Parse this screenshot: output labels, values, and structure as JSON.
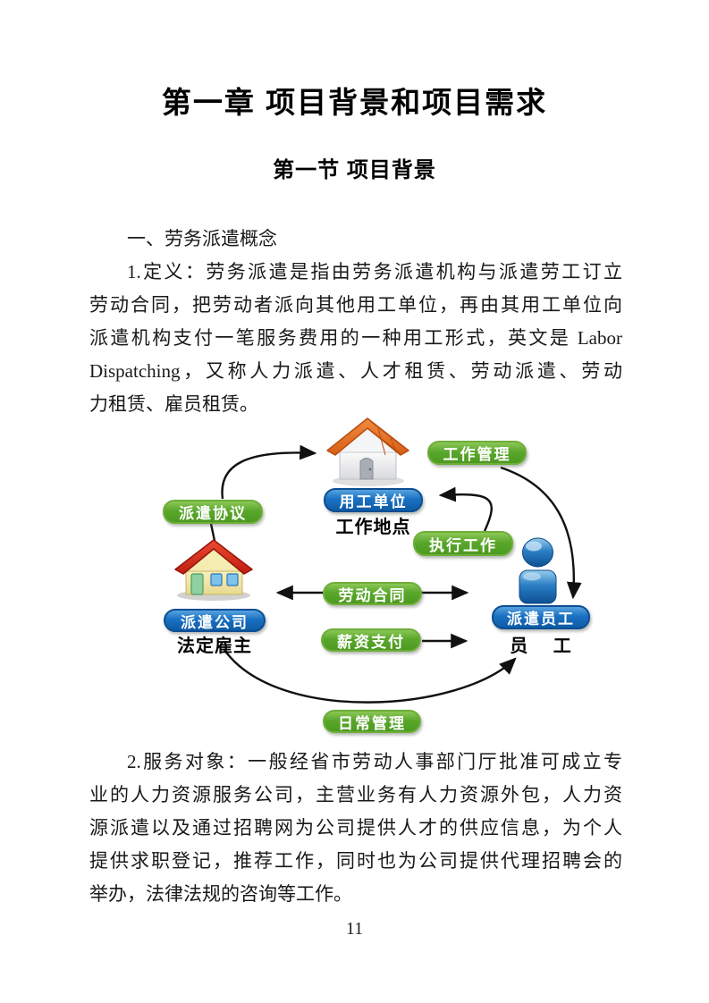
{
  "document": {
    "chapter_title": "第一章 项目背景和项目需求",
    "section_title": "第一节 项目背景",
    "page_number": "11"
  },
  "paragraphs": {
    "p1": {
      "lines": [
        "一、劳务派遣概念"
      ]
    },
    "p2": {
      "lines": [
        "1.定义：劳务派遣是指由劳务派遣机构与派遣劳工订立",
        "劳动合同，把劳动者派向其他用工单位，再由其用工单位向",
        "派遣机构支付一笔服务费用的一种用工形式，英文是 Labor",
        "Dispatching，又称人力派遣、人才租赁、劳动派遣、劳动",
        "力租赁、雇员租赁。"
      ]
    },
    "p3": {
      "lines": [
        "2.服务对象：一般经省市劳动人事部门厅批准可成立专",
        "业的人力资源服务公司，主营业务有人力资源外包，人力资",
        "源派遣以及通过招聘网为公司提供人才的供应信息，为个人",
        "提供求职登记，推荐工作，同时也为公司提供代理招聘会的",
        "举办，法律法规的咨询等工作。"
      ]
    }
  },
  "diagram": {
    "nodes": {
      "employer": {
        "label": "用工单位",
        "sublabel": "工作地点"
      },
      "company": {
        "label": "派遣公司",
        "sublabel": "法定雇主"
      },
      "employee": {
        "label": "派遣员工",
        "sublabel": "员　 工"
      }
    },
    "relations": {
      "dispatch_agreement": "派遣协议",
      "work_management": "工作管理",
      "execute_work": "执行工作",
      "labor_contract": "劳动合同",
      "salary_payment": "薪资支付",
      "daily_management": "日常管理"
    },
    "colors": {
      "green_pill": "#57a527",
      "blue_pill": "#1a71c2",
      "arrow": "#111111",
      "employer_roof": "#e8722a",
      "company_roof": "#d62b1c"
    }
  }
}
